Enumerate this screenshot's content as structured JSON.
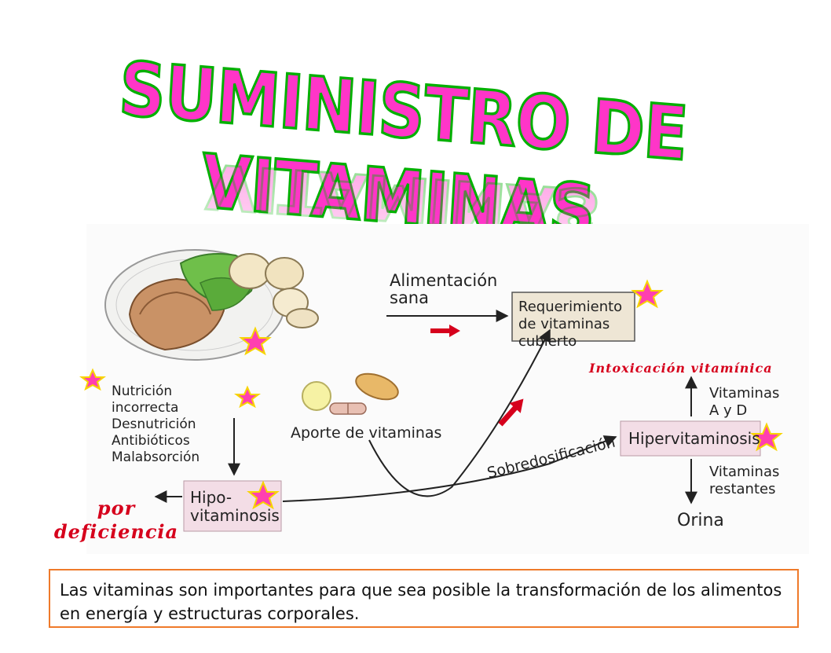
{
  "title": "SUMINISTRO DE VITAMINAS",
  "nodes": {
    "alimentacion": "Alimentación sana",
    "requerimiento": "Requerimiento de vitaminas cubierto",
    "intoxicacion": "Intoxicación vitamínica",
    "vitaminas_ad": "Vitaminas A y D",
    "hipervitaminosis": "Hipervitaminosis",
    "vitaminas_restantes": "Vitaminas restantes",
    "orina": "Orina",
    "aporte": "Aporte de vitaminas",
    "sobredosificacion": "Sobredosificación",
    "causas": [
      "Nutrición",
      "incorrecta",
      "Desnutrición",
      "Antibióticos",
      "Malabsorción"
    ],
    "hipovitaminosis": [
      "Hipo-",
      "vitaminosis"
    ],
    "por_deficiencia": [
      "por",
      "deficiencia"
    ]
  },
  "info_text": "Las vitaminas son importantes para que sea posible la transformación de los alimentos en energía y estructuras corporales.",
  "colors": {
    "title_fill": "#ff35c8",
    "title_outline": "#00b000",
    "accent_red": "#d6001c",
    "info_border": "#ef7a2a",
    "box_fill": "#f3dde6",
    "star": "#ff3fb0"
  }
}
